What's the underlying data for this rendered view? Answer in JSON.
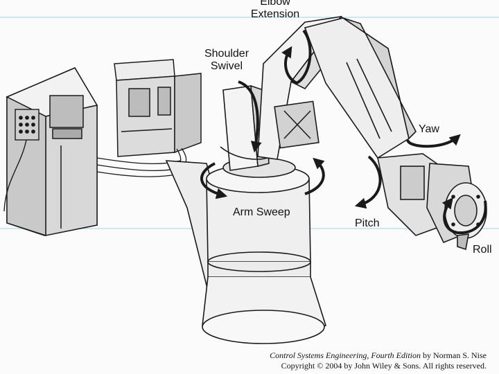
{
  "labels": {
    "elbow_line1": "Elbow",
    "elbow_line2": "Extension",
    "shoulder_line1": "Shoulder",
    "shoulder_line2": "Swivel",
    "yaw": "Yaw",
    "arm_sweep": "Arm Sweep",
    "pitch": "Pitch",
    "roll": "Roll"
  },
  "credit": {
    "book_title": "Control Systems Engineering, Fourth Edition",
    "author_text": " by Norman S. Nise",
    "copyright": "Copyright © 2004 by John Wiley & Sons. All rights reserved."
  },
  "icons": [
    "robot-arm-illustration",
    "controller-cabinet",
    "power-supply-unit",
    "teach-pendant",
    "rotation-arrow"
  ],
  "colors": {
    "ink": "#1a1a1a",
    "paper": "#fbfbfb",
    "shade": "#cfcfcf",
    "rule": "#9fd3e6"
  }
}
